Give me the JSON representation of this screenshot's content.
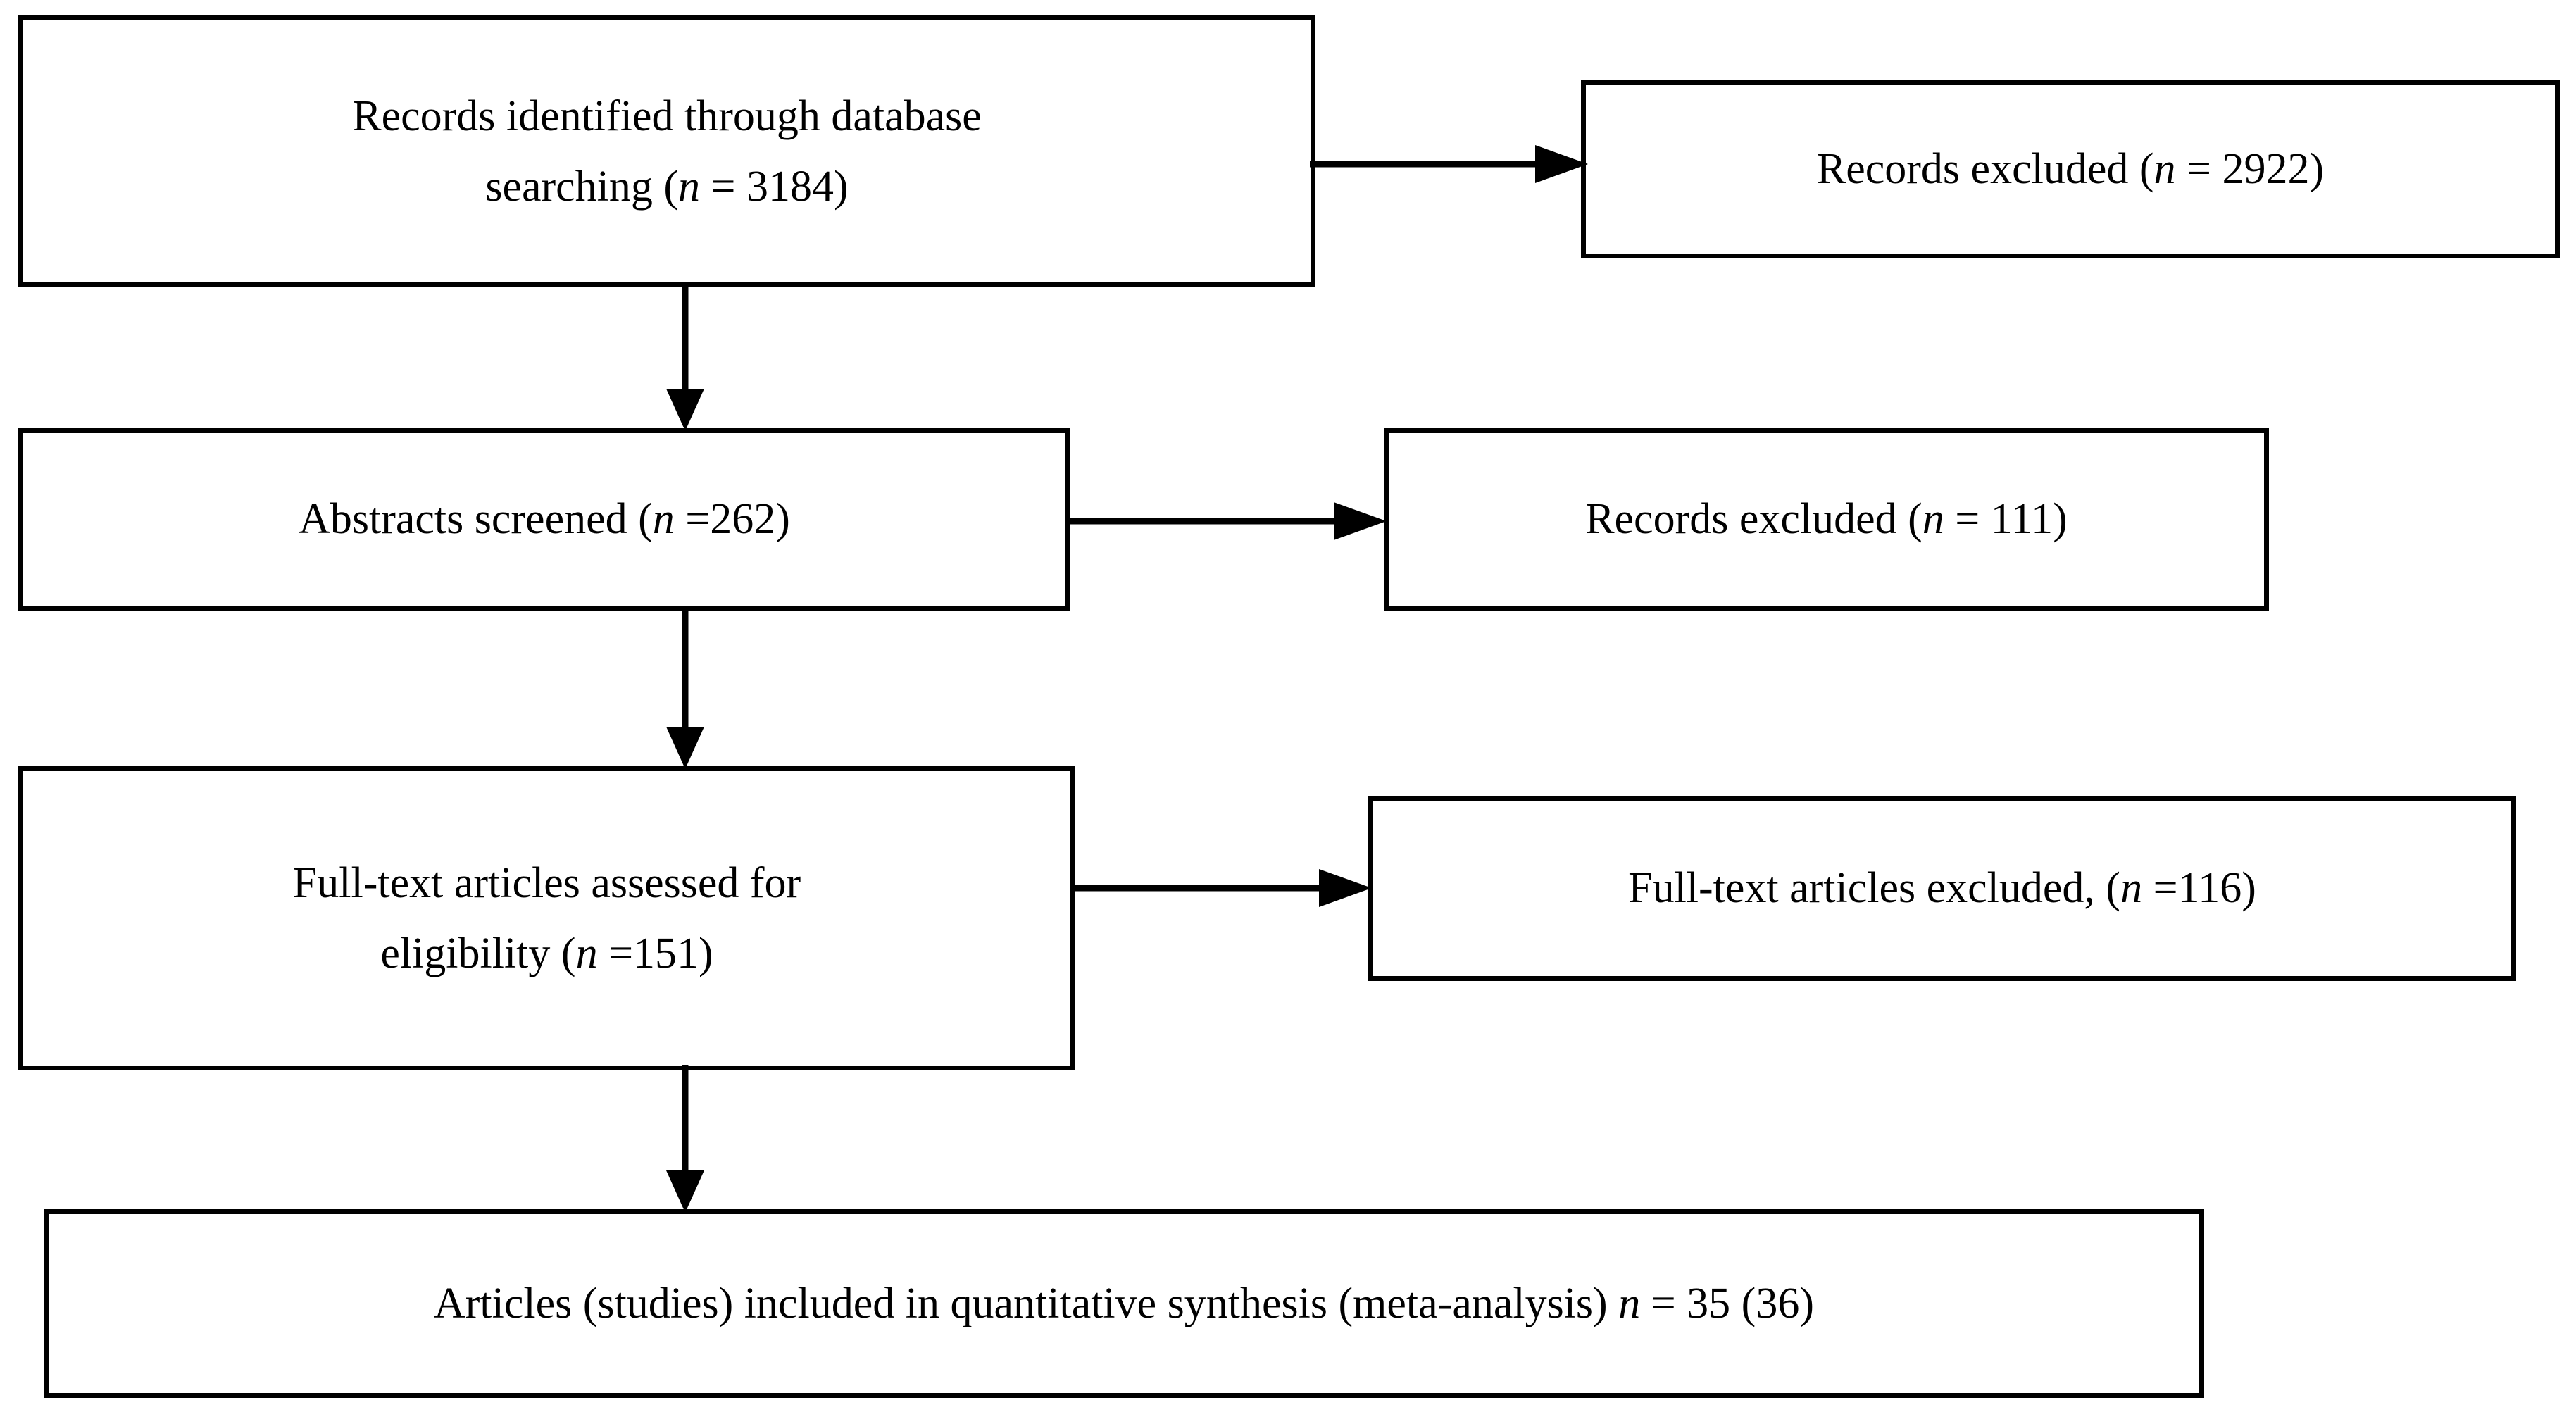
{
  "diagram": {
    "type": "prisma-flow-diagram",
    "orientation": "top-to-bottom",
    "colors": {
      "box_border": "#000000",
      "box_fill": "#ffffff",
      "text": "#000000",
      "connector": "#000000",
      "background": "#ffffff"
    },
    "nodes": [
      {
        "id": "records-identified",
        "stage": "identification",
        "line1": "Records identified through database",
        "line2_prefix": "searching (",
        "line2_italic": "n",
        "line2_suffix": " = 3184)",
        "count": 3184,
        "full_text": "Records identified through database searching (n = 3184)"
      },
      {
        "id": "records-excluded-1",
        "stage": "identification",
        "line1_prefix": "Records excluded (",
        "line1_italic": "n",
        "line1_suffix": " = 2922)",
        "count": 2922,
        "full_text": "Records excluded (n = 2922)"
      },
      {
        "id": "abstracts-screened",
        "stage": "screening",
        "line1_prefix": "Abstracts screened (",
        "line1_italic": "n",
        "line1_suffix": " =262)",
        "count": 262,
        "full_text": "Abstracts screened (n =262)"
      },
      {
        "id": "records-excluded-2",
        "stage": "screening",
        "line1_prefix": "Records excluded (",
        "line1_italic": "n",
        "line1_suffix": " = 111)",
        "count": 111,
        "full_text": "Records excluded (n = 111)"
      },
      {
        "id": "fulltext-assessed",
        "stage": "eligibility",
        "line1": "Full-text articles assessed for",
        "line2_prefix": "eligibility (",
        "line2_italic": "n",
        "line2_suffix": " =151)",
        "count": 151,
        "full_text": "Full-text articles assessed for eligibility (n =151)"
      },
      {
        "id": "fulltext-excluded",
        "stage": "eligibility",
        "line1_prefix": "Full-text articles excluded, (",
        "line1_italic": "n",
        "line1_suffix": " =116)",
        "count": 116,
        "full_text": "Full-text articles excluded, (n =116)"
      },
      {
        "id": "articles-included",
        "stage": "included",
        "line1_prefix": "Articles (studies) included in quantitative synthesis (meta-analysis) ",
        "line1_italic": "n",
        "line1_suffix": " = 35 (36)",
        "count": 35,
        "studies": 36,
        "full_text": "Articles (studies) included in quantitative synthesis (meta-analysis) n = 35 (36)"
      }
    ],
    "edges": [
      {
        "id": "id-to-excluded1",
        "from": "records-identified",
        "to": "records-excluded-1",
        "direction": "right"
      },
      {
        "id": "id-to-abstracts",
        "from": "records-identified",
        "to": "abstracts-screened",
        "direction": "down"
      },
      {
        "id": "abs-to-excluded2",
        "from": "abstracts-screened",
        "to": "records-excluded-2",
        "direction": "right"
      },
      {
        "id": "abs-to-fulltext",
        "from": "abstracts-screened",
        "to": "fulltext-assessed",
        "direction": "down"
      },
      {
        "id": "ft-to-excluded3",
        "from": "fulltext-assessed",
        "to": "fulltext-excluded",
        "direction": "right"
      },
      {
        "id": "ft-to-included",
        "from": "fulltext-assessed",
        "to": "articles-included",
        "direction": "down"
      }
    ]
  }
}
